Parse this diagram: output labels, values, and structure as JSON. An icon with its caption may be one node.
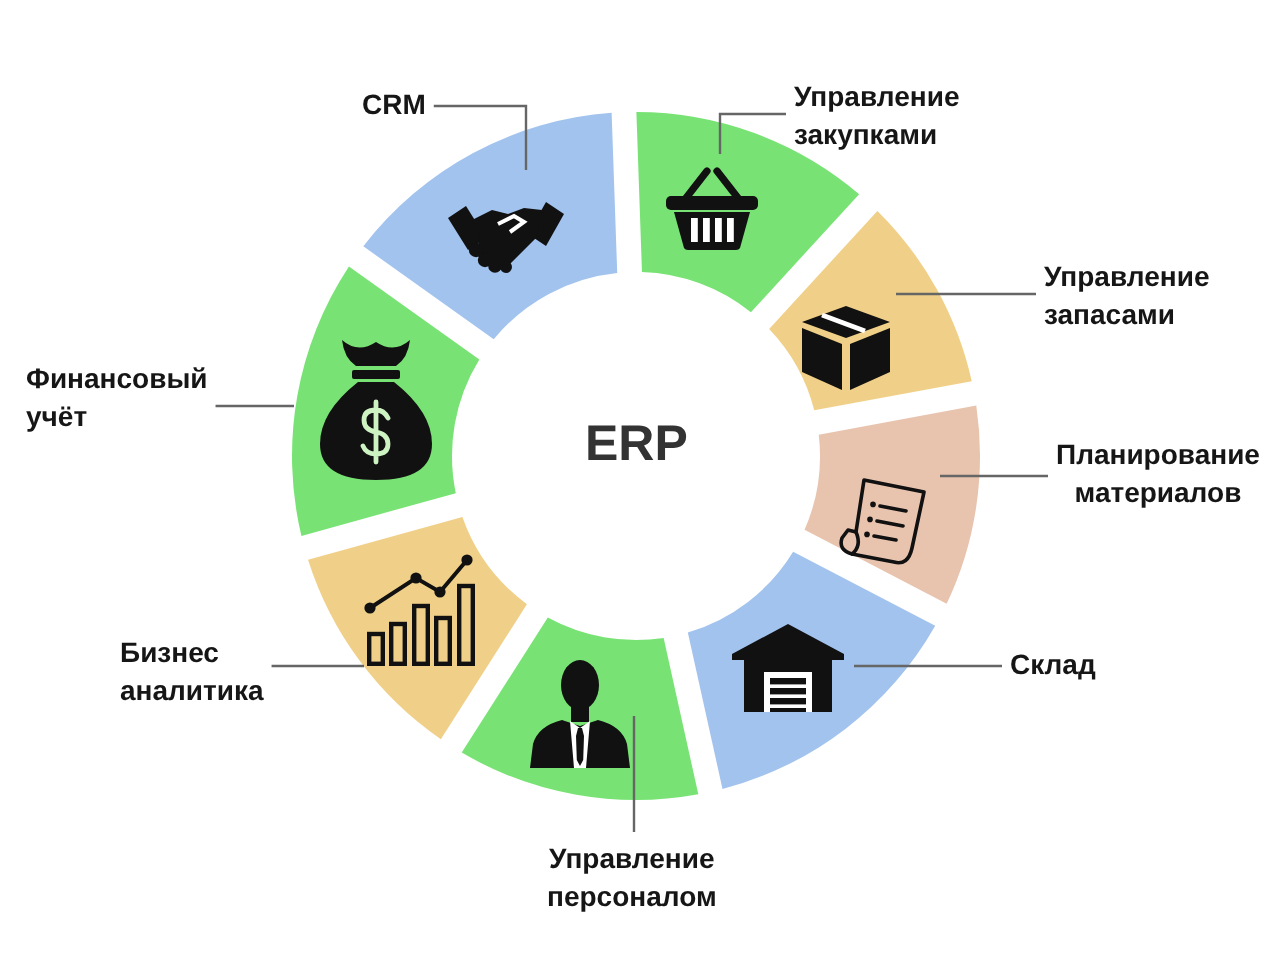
{
  "diagram": {
    "nodes": [
      {
        "text": [
          "CRM"
        ]
      },
      {
        "text": [
          "Управление закупками"
        ]
      },
      {
        "text": [
          "Управление запасами"
        ]
      },
      {
        "text": [
          "Финансовый учёт"
        ]
      },
      {
        "text": [
          "Планирование материалов"
        ]
      },
      {
        "text": [
          "Бизнес аналитика"
        ]
      },
      {
        "text": [
          "Склад"
        ]
      },
      {
        "text": [
          "Управление персоналом"
        ]
      },
      {
        "text": [],
        "shape": "segment"
      },
      {
        "text": [],
        "shape": "segment"
      },
      {
        "text": [],
        "shape": "segment"
      },
      {
        "text": [],
        "shape": "segment"
      },
      {
        "text": [],
        "shape": "segment"
      },
      {
        "text": [],
        "shape": "segment"
      },
      {
        "text": [],
        "shape": "segment"
      },
      {
        "text": [],
        "shape": "segment"
      }
    ],
    "edges": [
      {
        "from": 0,
        "to": 8,
        "arrow": "none"
      },
      {
        "from": 1,
        "to": 9,
        "arrow": "none"
      },
      {
        "from": 2,
        "to": 10,
        "arrow": "none"
      },
      {
        "from": 3,
        "to": 11,
        "arrow": "none"
      },
      {
        "from": 4,
        "to": 12,
        "arrow": "none"
      },
      {
        "from": 5,
        "to": 13,
        "arrow": "none"
      },
      {
        "from": 6,
        "to": 14,
        "arrow": "none"
      },
      {
        "from": 7,
        "to": 15,
        "arrow": "none"
      }
    ],
    "labels": [
      "ERP"
    ]
  }
}
